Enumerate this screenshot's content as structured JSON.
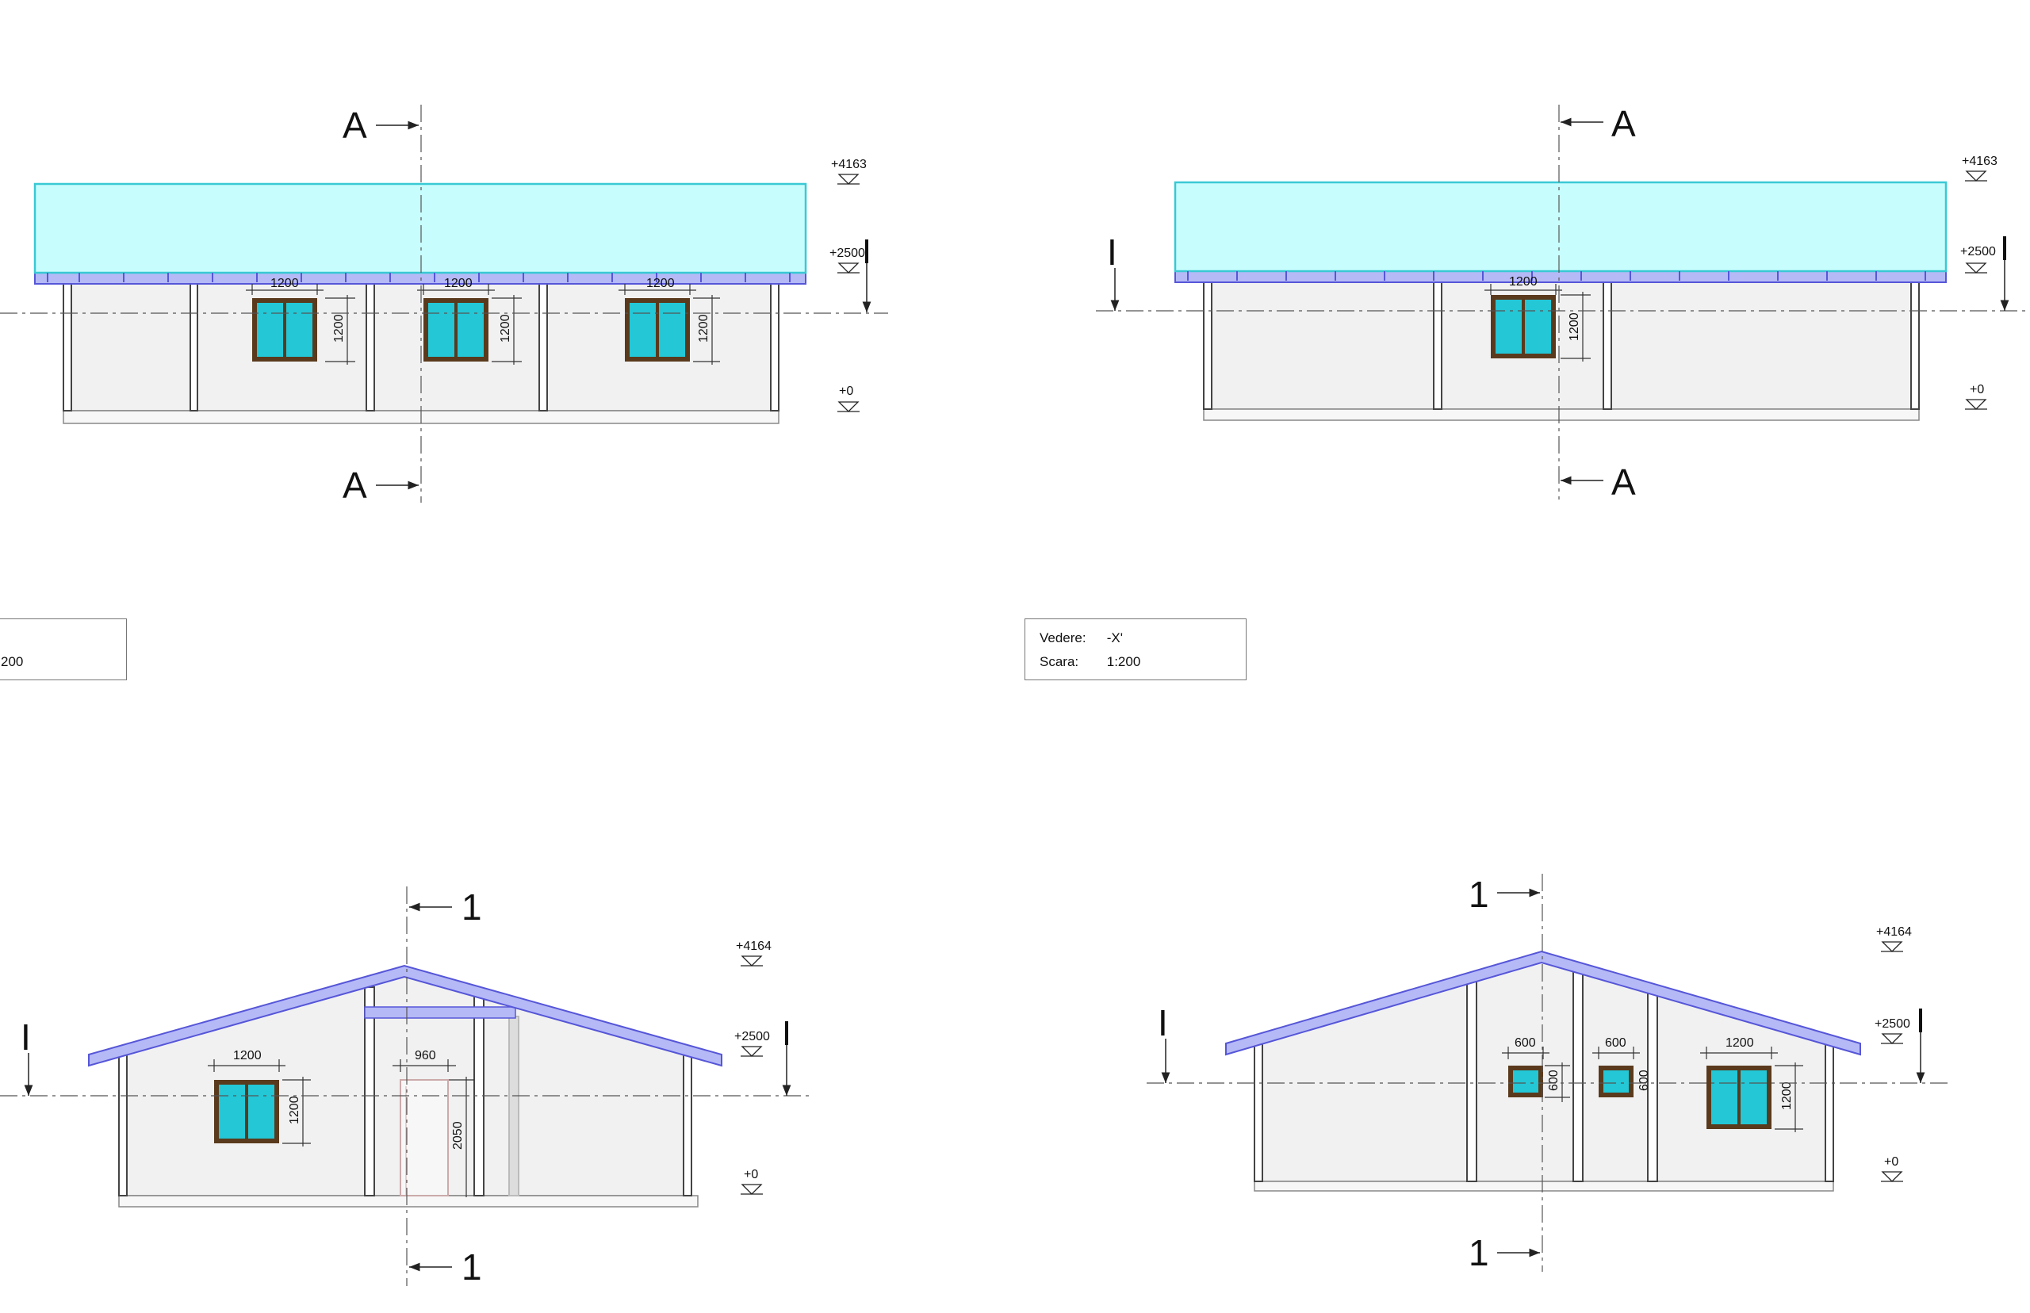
{
  "sheet": {
    "palette": {
      "wall_fill": "#f1f1f1",
      "roof_fill": "#c8fdfd",
      "roof_stroke": "#39c9d4",
      "roof_edge": "#5656d8",
      "glass": "#23c7d6",
      "frame": "#5a3a1c",
      "line": "#222222"
    },
    "view_topleft": {
      "section_label": "A",
      "window_dim": "1200",
      "window_height_dim": "1200",
      "elev_top": "+4163",
      "elev_mid": "+2500",
      "elev_base": "+0"
    },
    "view_topright": {
      "section_label": "A",
      "level_mark": "I",
      "window_dim": "1200",
      "window_height_dim": "1200",
      "elev_top": "+4163",
      "elev_mid": "+2500",
      "elev_base": "+0"
    },
    "view_bottomleft": {
      "section_label": "1",
      "level_mark": "I",
      "window_dim": "1200",
      "window_height_dim": "1200",
      "door_dim": "960",
      "door_height_dim": "2050",
      "elev_top": "+4164",
      "elev_mid": "+2500",
      "elev_base": "+0"
    },
    "view_bottomright": {
      "section_label": "1",
      "level_mark": "I",
      "small_window_dim": "600",
      "small_window_height_dim": "600",
      "window_dim": "1200",
      "window_height_dim": "1200",
      "elev_top": "+4164",
      "elev_mid": "+2500",
      "elev_base": "+0"
    },
    "infobox_left": {
      "scale_value_partial": "200"
    },
    "infobox_right": {
      "view_label": "Vedere:",
      "view_value": "-X'",
      "scale_label": "Scara:",
      "scale_value": "1:200"
    }
  }
}
